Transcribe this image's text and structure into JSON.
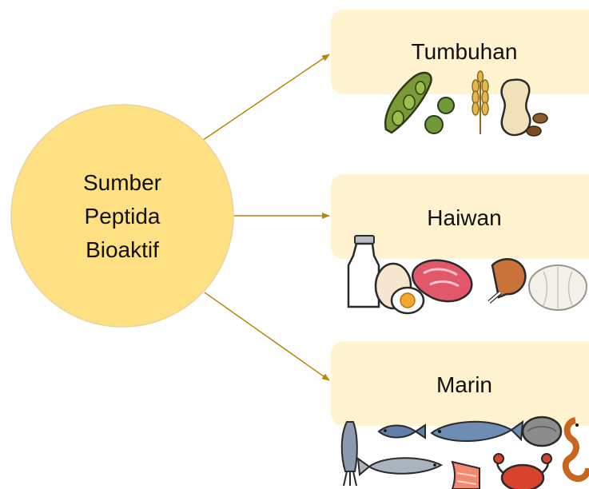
{
  "central": {
    "lines": [
      "Sumber",
      "Peptida",
      "Bioaktif"
    ]
  },
  "categories": [
    {
      "label": "Tumbuhan",
      "icons": [
        "soybean-pod-icon",
        "green-pea-icon",
        "wheat-icon",
        "peanut-icon",
        "bean-icon"
      ]
    },
    {
      "label": "Haiwan",
      "icons": [
        "milk-bottle-icon",
        "egg-icon",
        "boiled-egg-icon",
        "raw-steak-icon",
        "chicken-drumstick-icon",
        "garlic-bulb-icon"
      ]
    },
    {
      "label": "Marin",
      "icons": [
        "squid-icon",
        "fish-icon",
        "mackerel-icon",
        "oyster-icon",
        "seahorse-icon",
        "sardine-icon",
        "salmon-fillet-icon",
        "crab-icon"
      ]
    }
  ],
  "colors": {
    "circle_fill": "#FFE082",
    "box_fill": "#FFF3D0",
    "arrow": "#B8860B"
  }
}
